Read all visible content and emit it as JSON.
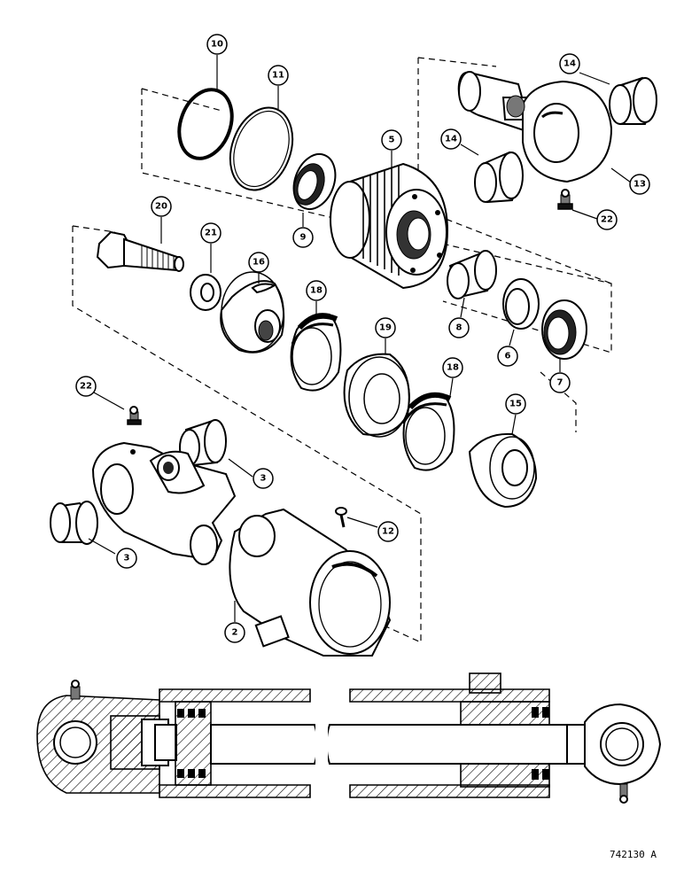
{
  "figure_code": "742130 A",
  "callouts": {
    "c2": "2",
    "c3a": "3",
    "c3b": "3",
    "c5": "5",
    "c6": "6",
    "c7": "7",
    "c8": "8",
    "c9": "9",
    "c10": "10",
    "c11": "11",
    "c12": "12",
    "c13": "13",
    "c14a": "14",
    "c14b": "14",
    "c15": "15",
    "c16": "16",
    "c18a": "18",
    "c18b": "18",
    "c19": "19",
    "c20": "20",
    "c21": "21",
    "c22a": "22",
    "c22b": "22"
  }
}
